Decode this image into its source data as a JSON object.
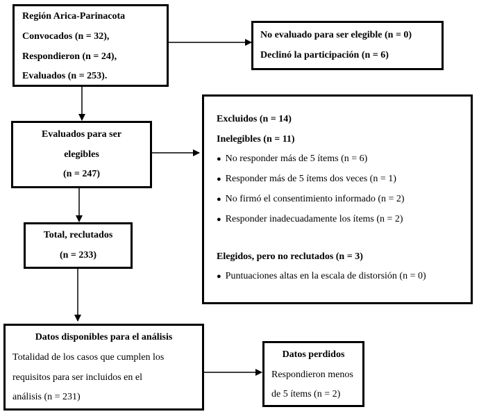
{
  "region": {
    "title": "Región Arica-Parinacota",
    "convocados": "Convocados (n = 32),",
    "respondieron": "Respondieron (n = 24),",
    "evaluados": "Evaluados (n = 253)."
  },
  "not_evaluated": {
    "line1": "No evaluado para ser elegible (n = 0)",
    "line2": "Declinó la participación (n = 6)"
  },
  "eligibility": {
    "line1": "Evaluados para ser",
    "line2": "elegibles",
    "line3": "(n = 247)"
  },
  "excluded": {
    "title": "Excluidos (n = 14)",
    "ineligible_title": "Inelegibles (n = 11)",
    "ineligible_items": [
      "No responder más de 5 ítems (n = 6)",
      "Responder más de 5 ítems dos veces (n = 1)",
      "No firmó el consentimiento informado (n = 2)",
      "Responder inadecuadamente los ítems (n = 2)"
    ],
    "elected_title": "Elegidos, pero no reclutados (n = 3)",
    "elected_items": [
      "Puntuaciones altas en la escala de distorsión (n = 0)"
    ],
    "bullet": "●"
  },
  "recruited": {
    "line1": "Total, reclutados",
    "line2": "(n = 233)"
  },
  "analysis": {
    "title": "Datos disponibles para el análisis",
    "line1": "Totalidad de los casos que cumplen los",
    "line2": "requisitos para ser incluidos en el",
    "line3": "análisis (n = 231)"
  },
  "lost": {
    "title": "Datos perdidos",
    "line1": "Respondieron menos",
    "line2": "de 5 ítems (n = 2)"
  }
}
